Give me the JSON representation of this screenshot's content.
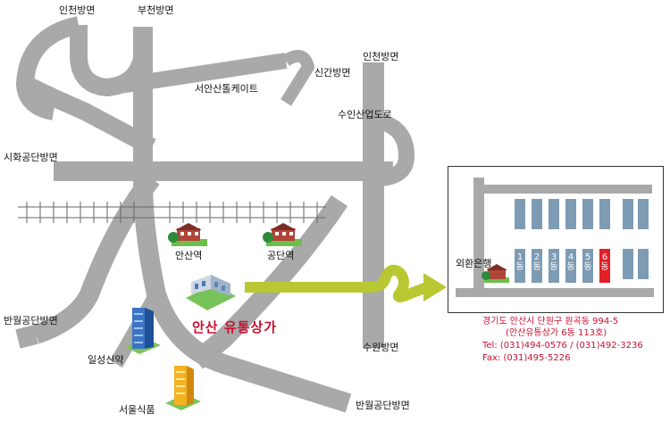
{
  "roads": {
    "incheon_bangmyeon_nw": "인천방면",
    "bucheon_bangmyeon": "부천방면",
    "incheon_bangmyeon_ne": "인천방면",
    "singan_bangmyeon": "신간방면",
    "seoansan_tollgate": "서안산톨케이트",
    "suin_sanupdoro": "수인산업도로",
    "sihwa_gongdan": "시화공단방면",
    "banwol_gongdan_w": "반월공단방면",
    "suwon_bangmyeon": "수원방면",
    "banwol_gongdan_s": "반월공단방면"
  },
  "places": {
    "ansan_station": "안산역",
    "gongdan_station": "공단역",
    "ilseong_sinyak": "일성신약",
    "seoul_sikpum": "서울식품",
    "target": "안산 유통상가"
  },
  "inset": {
    "bank_label": "외환은행",
    "building_suffix": "동",
    "buildings": [
      "1",
      "2",
      "3",
      "4",
      "5",
      "6"
    ],
    "highlighted": "6"
  },
  "address": {
    "line1": "경기도 안산시 단원구 원곡동 994-5",
    "line2": "(안산유통상가 6동 113호)",
    "tel": "Tel: (031)494-0576 / (031)492-3236",
    "fax": "Fax: (031)495-5226"
  },
  "colors": {
    "road": "#a9a9a9",
    "arrow": "#b9c832",
    "highlight": "#e21f26",
    "building": "#7e9bb4",
    "address_text": "#c8102e"
  }
}
